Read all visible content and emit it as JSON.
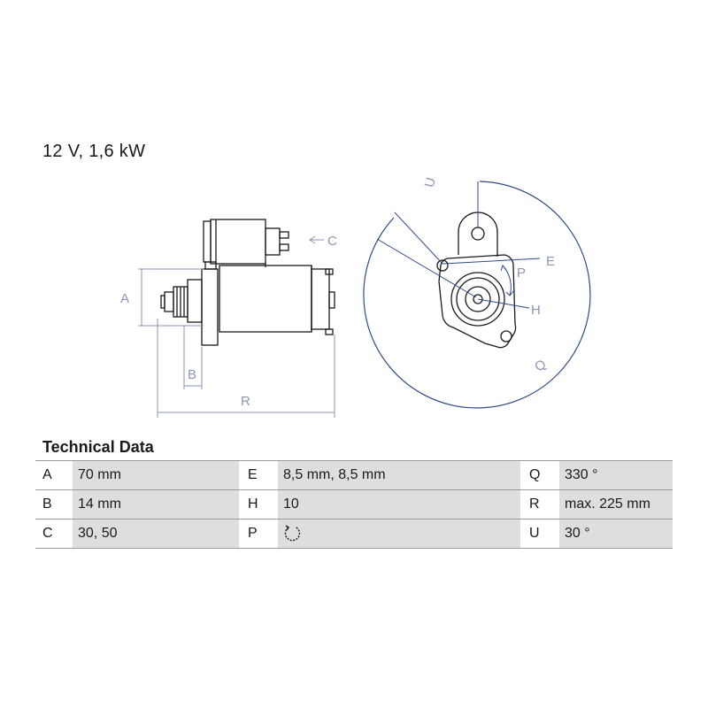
{
  "heading": "12 V, 1,6 kW",
  "diagram": {
    "labels": {
      "A": "A",
      "B": "B",
      "C": "C",
      "R": "R",
      "U": "U",
      "E": "E",
      "P": "P",
      "H": "H",
      "Q": "Q"
    },
    "line_color": "#1a1a1a",
    "dimension_color": "#8a96b3",
    "arc_color": "#2f4a8a"
  },
  "table": {
    "title": "Technical Data",
    "rows": [
      [
        {
          "k": "A",
          "v": "70 mm"
        },
        {
          "k": "E",
          "v": "8,5 mm, 8,5 mm"
        },
        {
          "k": "Q",
          "v": "330 °"
        }
      ],
      [
        {
          "k": "B",
          "v": "14 mm"
        },
        {
          "k": "H",
          "v": "10"
        },
        {
          "k": "R",
          "v": "max. 225 mm"
        }
      ],
      [
        {
          "k": "C",
          "v": "30, 50"
        },
        {
          "k": "P",
          "v": "",
          "icon": "rotation-clockwise-icon"
        },
        {
          "k": "U",
          "v": "30 °"
        }
      ]
    ],
    "cell_background": "#dedede"
  }
}
